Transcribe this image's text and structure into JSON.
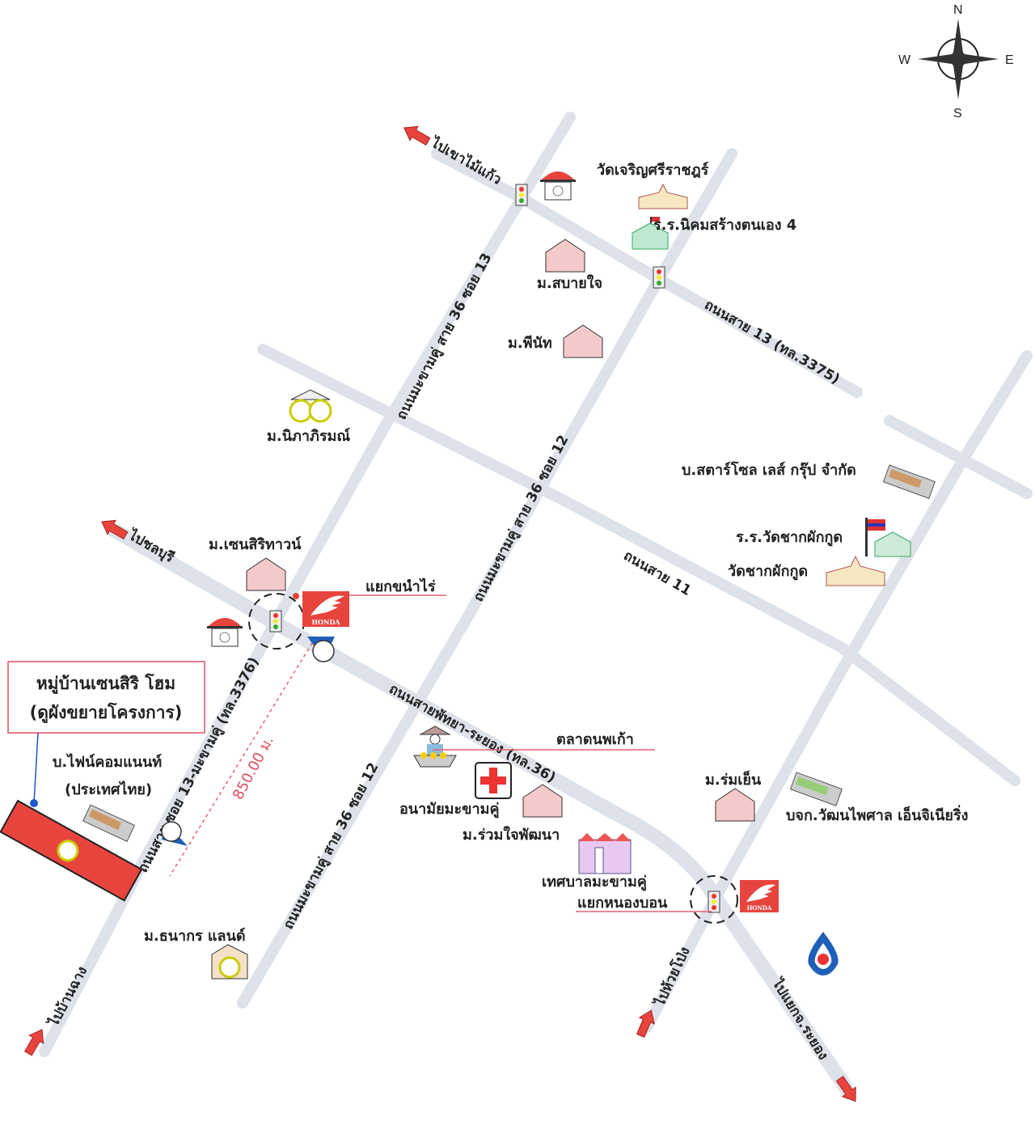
{
  "compass": {
    "n": "N",
    "s": "S",
    "e": "E",
    "w": "W"
  },
  "directions": {
    "khao_mai_kaeo": "ไปเขาไม้แก้ว",
    "chonburi": "ไปชลบุรี",
    "ban_chang": "ไปบ้านฉาง",
    "huai_pong": "ไปห้วยโป่ง",
    "rayong": "ไปแยกจ.ระยอง"
  },
  "roads": {
    "road13": "ถนนสาย 13 (ทล.3375)",
    "soi13": "ถนนมะขามคู่ สาย 36 ซอย 13",
    "soi12_north": "ถนนมะขามคู่ สาย 36 ซอย 12",
    "soi12_south": "ถนนมะขามคู่ สาย 36 ซอย 12",
    "road11": "ถนนสาย 11",
    "road3376": "ถนนสาย ซอย 13-มะขามคู่ (ทล.3376)",
    "pattaya_rayong": "ถนนสายพัทยา-ระยอง (ทล.36)"
  },
  "landmarks": {
    "wat_charoen": "วัดเจริญศรีราชฎร์",
    "school_nikhom": "ร.ร.นิคมสร้างตนเอง 4",
    "m_sabaijai": "ม.สบายใจ",
    "m_peanut": "ม.พีนัท",
    "m_nipa": "ม.นิภาภิรมณ์",
    "starsol": "บ.สตาร์โซล เลส์ กรุ๊ป จำกัด",
    "school_chak": "ร.ร.วัดชากผักกูด",
    "wat_chak": "วัดชากผักกูด",
    "m_sensiri_town": "ม.เซนสิริทาวน์",
    "khanam_rai": "แยกขนำไร่",
    "fine_components": "บ.ไฟน์คอมแนนท์",
    "fine_components_2": "(ประเทศไทย)",
    "talat": "ตลาดนพเก้า",
    "anamai": "อนามัยมะขามคู่",
    "m_ruamjai": "ม.ร่วมใจพัฒนา",
    "m_romyen": "ม.ร่มเย็น",
    "wattana": "บจก.วัฒนไพศาล เอ็นจิเนียริ่ง",
    "thesaban": "เทศบาลมะขามคู่",
    "nong_bon": "แยกหนองบอน",
    "m_thanakorn": "ม.ธนากร แลนด์"
  },
  "project": {
    "title": "หมู่บ้านเซนสิริ โฮม",
    "subtitle": "(ดูผังขยายโครงการ)"
  },
  "distance": "850.00 ม.",
  "brand": "HONDA",
  "colors": {
    "road": "#dde2ea",
    "accent": "#e8443e",
    "ptt_blue": "#1f5fb8"
  }
}
